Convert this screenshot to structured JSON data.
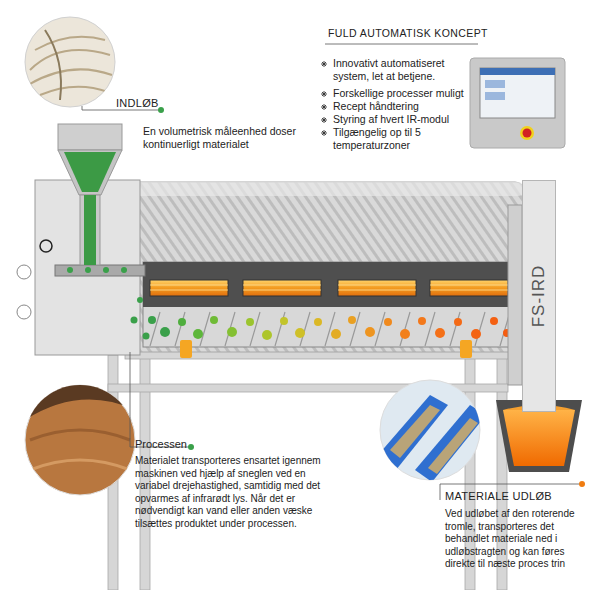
{
  "diagram": {
    "nodes": [
      {
        "text": [
          "FS-IRD"
        ]
      }
    ],
    "labels": [
      "FULD AUTOMATISK KONCEPT",
      "Innovativt automatiseret system, let at betjene.",
      "Forskellige processer muligt",
      "Recept håndtering",
      "Styring af hvert IR-modul",
      "Tilgængelig op til 5 temperaturzoner",
      "INDLØB",
      "En volumetrisk måleenhed doser kontinuerligt materialet",
      "Processen",
      "Materialet transporteres ensartet igennem maskinen ved hjælp af sneglen ved en variabel drejehastighed, samtidig med det opvarmes af infrarødt lys. Når det er nødvendigt kan vand eller anden væske tilsættes produktet under processen.",
      "MATERIALE UDLØB",
      "Ved udløbet af den roterende tromle, transporteres det behandlet materiale ned i udløbstragten og kan føres direkte til næste proces trin"
    ]
  }
}
